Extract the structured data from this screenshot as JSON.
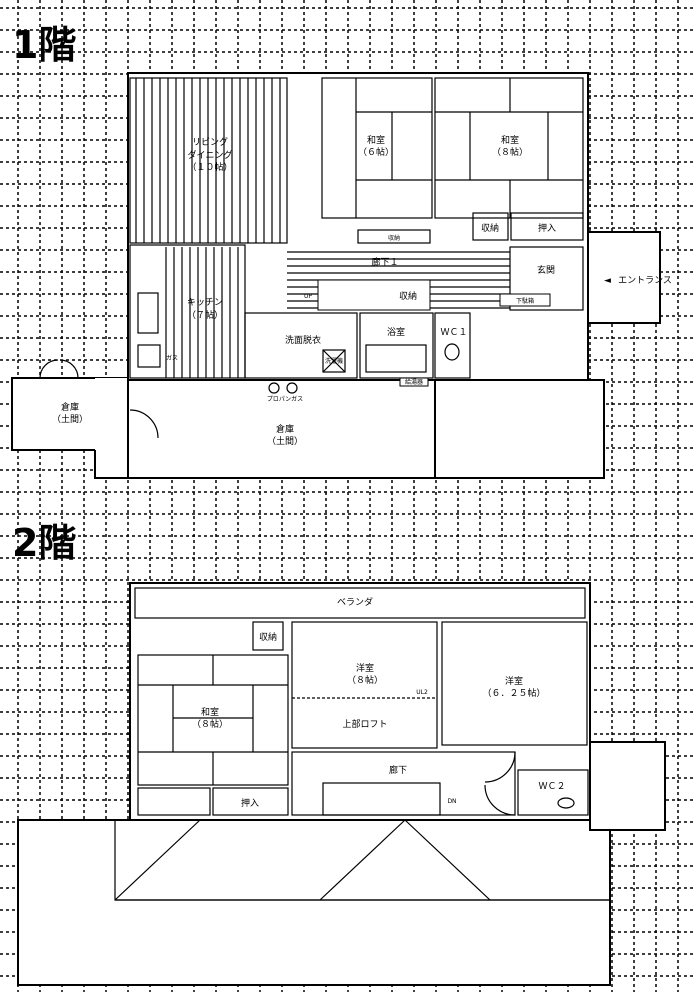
{
  "floor1": {
    "title": "1階",
    "rooms": {
      "living": "リビング",
      "dining": "ダイニング",
      "living_size": "（１０帖）",
      "washitsu6": "和室",
      "washitsu6_size": "（６帖）",
      "washitsu8": "和室",
      "washitsu8_size": "（８帖）",
      "storage_a": "収納",
      "storage_b": "収納",
      "oshiire": "押入",
      "hallway": "廊下１",
      "genkan": "玄関",
      "getabako": "下駄箱",
      "kitchen": "キッチン",
      "kitchen_size": "（７帖）",
      "senmen": "洗面脱衣",
      "yokushitsu": "浴室",
      "wc": "ＷＣ１",
      "storage_c": "収納",
      "up": "UP",
      "washer": "洗濯機",
      "heater": "給湯器",
      "gas": "プロパンガス",
      "gas_label": "ガス",
      "souko_big": "倉庫",
      "souko_big_sub": "（土間）",
      "souko_small": "倉庫",
      "souko_small_sub": "（土間）",
      "entrance": "エントランス"
    }
  },
  "floor2": {
    "title": "2階",
    "rooms": {
      "veranda": "ベランダ",
      "storage": "収納",
      "youshitsu8": "洋室",
      "youshitsu8_size": "（８帖）",
      "loft": "上部ロフト",
      "ul": "UL2",
      "youshitsu625": "洋室",
      "youshitsu625_size": "（６．２５帖）",
      "washitsu8": "和室",
      "washitsu8_size": "（８帖）",
      "oshiire": "押入",
      "hallway": "廊下",
      "dn": "DN",
      "wc": "ＷＣ２"
    }
  }
}
